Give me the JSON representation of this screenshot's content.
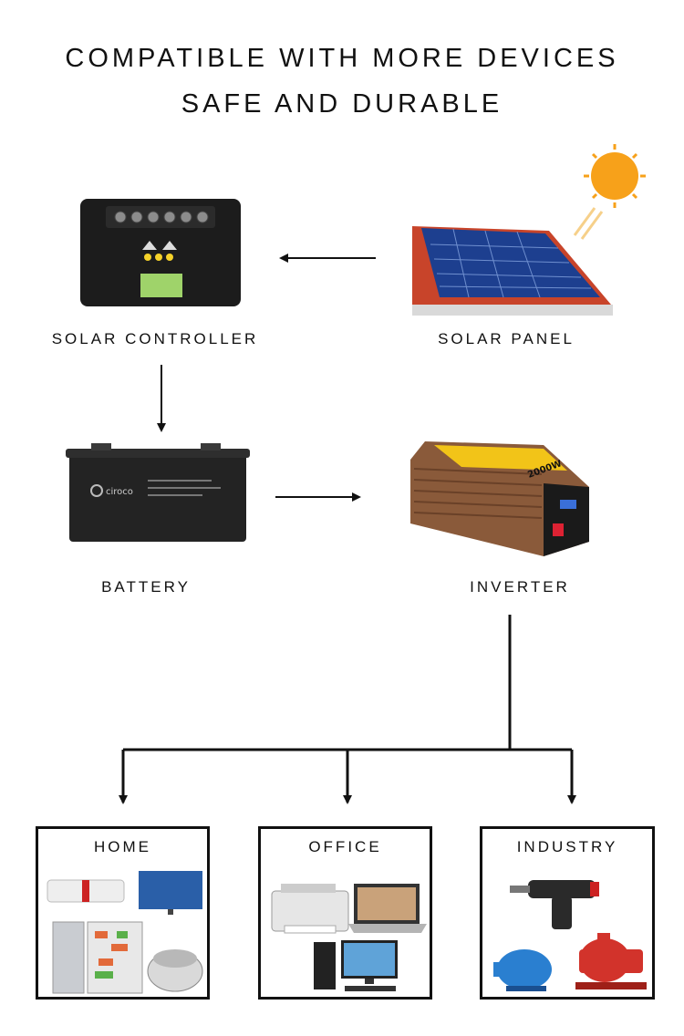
{
  "header": {
    "line1": "COMPATIBLE WITH MORE DEVICES",
    "line2": "SAFE AND DURABLE"
  },
  "nodes": {
    "solar_controller": "SOLAR CONTROLLER",
    "solar_panel": "SOLAR PANEL",
    "battery": "BATTERY",
    "inverter": "INVERTER"
  },
  "loads": {
    "home": "HOME",
    "office": "OFFICE",
    "industry": "INDUSTRY"
  },
  "devices": {
    "controller_screen": "",
    "inverter_badge": "2000W",
    "battery_brand": "ciroco"
  },
  "colors": {
    "arrow": "#111111",
    "roof": "#c8442a",
    "panel": "#1d3f8f",
    "sun": "#f7a11a",
    "inverter_body": "#8a5a3a",
    "pump_blue": "#2a7fd0",
    "pump_red": "#d2332b"
  }
}
